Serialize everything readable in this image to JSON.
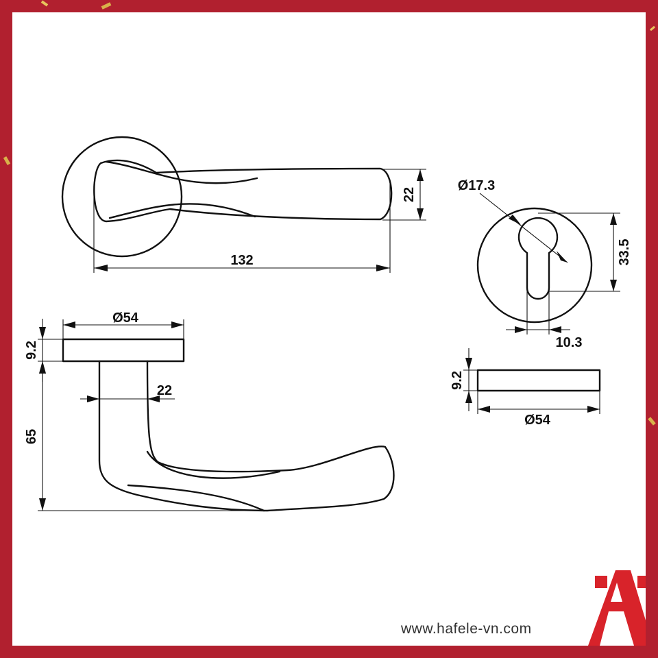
{
  "drawing": {
    "lever_top_view": {
      "length_label": "132",
      "height_label": "22"
    },
    "escutcheon_front": {
      "hole_dia_label": "Ø17.3",
      "height_label": "33.5",
      "offset_label": "10.3"
    },
    "lever_side_view": {
      "rose_dia_label": "Ø54",
      "rose_thickness_label": "9.2",
      "projection_label": "65",
      "neck_label": "22"
    },
    "escutcheon_side": {
      "thickness_label": "9.2",
      "dia_label": "Ø54"
    }
  },
  "branding": {
    "website": "www.hafele-vn.com",
    "logo_color": "#d8232a",
    "frame_color": "#b1202f"
  },
  "icons": [
    "hafele-logo-icon",
    "confetti-icon"
  ]
}
